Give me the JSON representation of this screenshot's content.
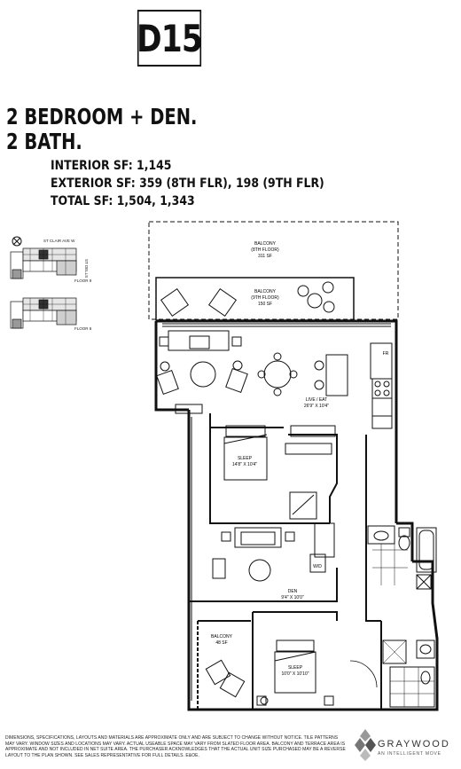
{
  "unit": {
    "code": "D15"
  },
  "headline": {
    "line1": "2 BEDROOM + DEN.",
    "line2": "2 BATH."
  },
  "areas": {
    "interior": "INTERIOR SF: 1,145",
    "exterior": "EXTERIOR SF: 359 (8TH FLR), 198 (9TH FLR)",
    "total": "TOTAL SF: 1,504, 1,343"
  },
  "keyplan": {
    "street_top": "ST CLAIR AVE W",
    "street_side": "ST DELLS",
    "floor_upper": "FLOOR 9",
    "floor_lower": "FLOOR 8"
  },
  "rooms": {
    "balcony_8": {
      "name": "BALCONY",
      "floor": "(8TH FLOOR)",
      "area": "311 SF"
    },
    "balcony_9": {
      "name": "BALCONY",
      "floor": "(9TH FLOOR)",
      "area": "150 SF"
    },
    "live_eat": {
      "name": "LIVE / EAT",
      "dims": "26'9\" X 10'4\""
    },
    "sleep_1": {
      "name": "SLEEP",
      "dims": "14'8\" X 10'4\""
    },
    "den": {
      "name": "DEN",
      "dims": "9'4\" X 10'0\""
    },
    "sleep_2": {
      "name": "SLEEP",
      "dims": "10'0\" X 10'10\""
    },
    "balcony_side": {
      "name": "BALCONY",
      "area": "48 SF"
    },
    "fridge": "FR",
    "washer_dryer": "W/D"
  },
  "disclaimer": "DIMENSIONS, SPECIFICATIONS, LAYOUTS AND MATERIALS ARE APPROXIMATE ONLY AND ARE SUBJECT TO CHANGE WITHOUT NOTICE. TILE PATTERNS MAY VARY. WINDOW SIZES AND LOCATIONS MAY VARY. ACTUAL USEABLE SPACE MAY VARY FROM SLATED FLOOR AREA. BALCONY AND TERRACE AREA IS APPROXIMATE AND NOT INCLUDED IN NET SUITE AREA. THE PURCHASER ACKNOWLEDGES THAT THE ACTUAL UNIT SIZE PURCHASED MAY BE A REVERSE LAYOUT TO THE PLAN SHOWN. SEE SALES REPRESENTATIVE FOR FULL DETAILS. E&OE.",
  "brand": {
    "name": "GRAYWOOD",
    "tagline": "AN INTELLIGENT MOVE"
  }
}
